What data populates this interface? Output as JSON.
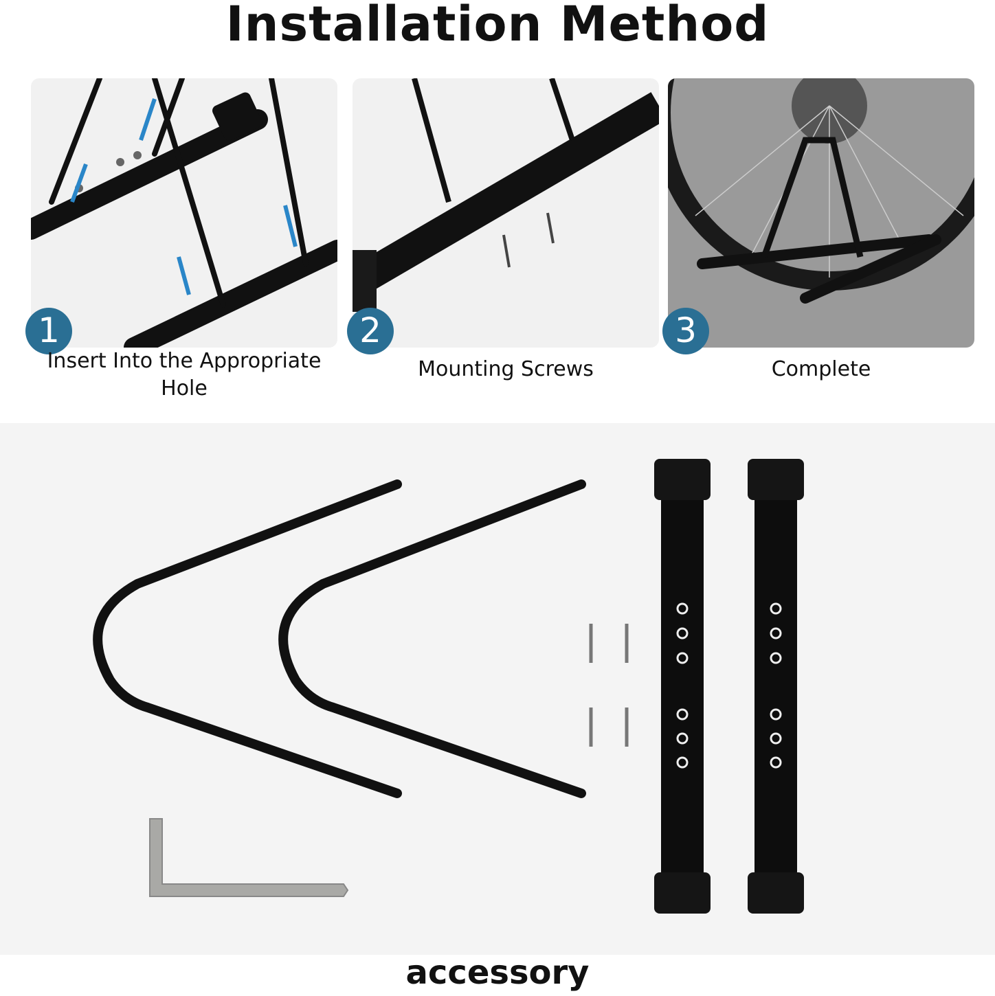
{
  "title": "Installation Method",
  "steps": [
    {
      "number": "1",
      "caption": "Insert Into the Appropriate Hole"
    },
    {
      "number": "2",
      "caption": "Mounting Screws"
    },
    {
      "number": "3",
      "caption": "Complete"
    }
  ],
  "accessory_label": "accessory",
  "colors": {
    "badge": "#2a6f94",
    "arrow": "#2a86c8"
  }
}
